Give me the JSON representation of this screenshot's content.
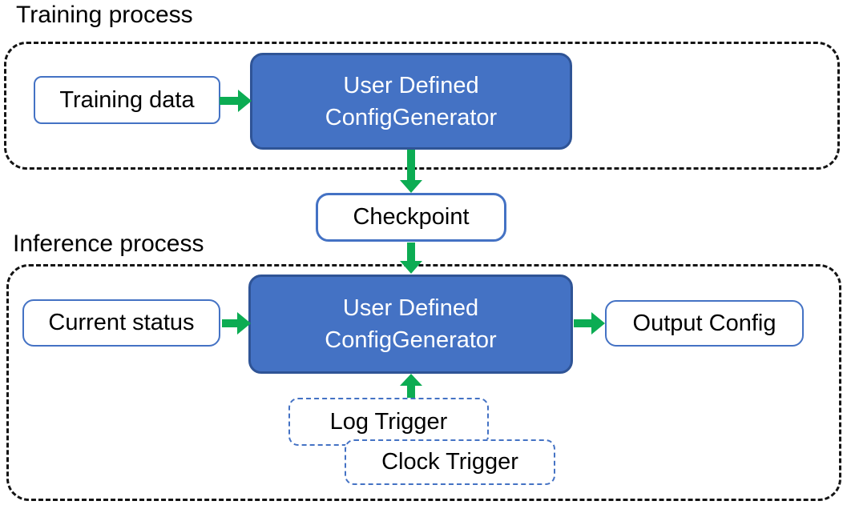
{
  "colors": {
    "accent-blue": "#4472C4",
    "accent-blue-dark": "#2F5496",
    "green": "#0CAC53",
    "ink": "#000000"
  },
  "labels": {
    "training_section": "Training process",
    "inference_section": "Inference process"
  },
  "nodes": {
    "training_data": "Training data",
    "train_config_generator_line1": "User Defined",
    "train_config_generator_line2": "ConfigGenerator",
    "checkpoint": "Checkpoint",
    "current_status": "Current status",
    "infer_config_generator_line1": "User Defined",
    "infer_config_generator_line2": "ConfigGenerator",
    "output_config": "Output Config",
    "log_trigger": "Log Trigger",
    "clock_trigger": "Clock Trigger"
  },
  "arrows": [
    {
      "from": "training_data",
      "to": "train_config_generator",
      "direction": "right"
    },
    {
      "from": "train_config_generator",
      "to": "checkpoint",
      "direction": "down"
    },
    {
      "from": "checkpoint",
      "to": "infer_config_generator",
      "direction": "down"
    },
    {
      "from": "current_status",
      "to": "infer_config_generator",
      "direction": "right"
    },
    {
      "from": "infer_config_generator",
      "to": "output_config",
      "direction": "right"
    },
    {
      "from": "log_trigger",
      "to": "infer_config_generator",
      "direction": "up"
    }
  ]
}
